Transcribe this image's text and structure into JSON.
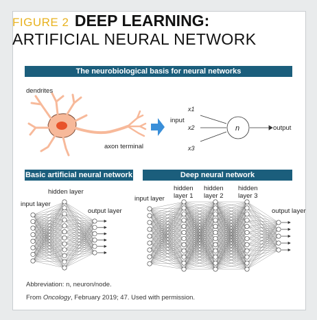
{
  "figure": {
    "label": "FIGURE 2",
    "heading": "DEEP LEARNING:",
    "subheading": "ARTIFICIAL NEURAL NETWORK"
  },
  "section_neuro": {
    "title": "The neurobiological basis for neural networks",
    "dendrites": "dendrites",
    "axon_terminal": "axon terminal",
    "input": "input",
    "inputs": [
      "x1",
      "x2",
      "x3"
    ],
    "node": "n",
    "output": "output"
  },
  "section_basic": {
    "title": "Basic artificial neural network",
    "input_layer": "input layer",
    "hidden_layer": "hidden layer",
    "output_layer": "output layer"
  },
  "section_deep": {
    "title": "Deep neural network",
    "input_layer": "input layer",
    "hidden_word": "hidden",
    "hidden_layers": [
      "layer 1",
      "layer 2",
      "layer 3"
    ],
    "output_layer": "output layer"
  },
  "footnote": {
    "abbreviation": "Abbreviation: n, neuron/node.",
    "source_prefix": "From ",
    "source_journal": "Oncology",
    "source_suffix": ", February 2019; 47. Used with permission."
  },
  "colors": {
    "figure_label": "#e8b21f",
    "bar": "#1b5e7c",
    "neuron_body": "#f7b99a",
    "nucleus": "#e8532a",
    "arrow": "#3a8fd9"
  }
}
